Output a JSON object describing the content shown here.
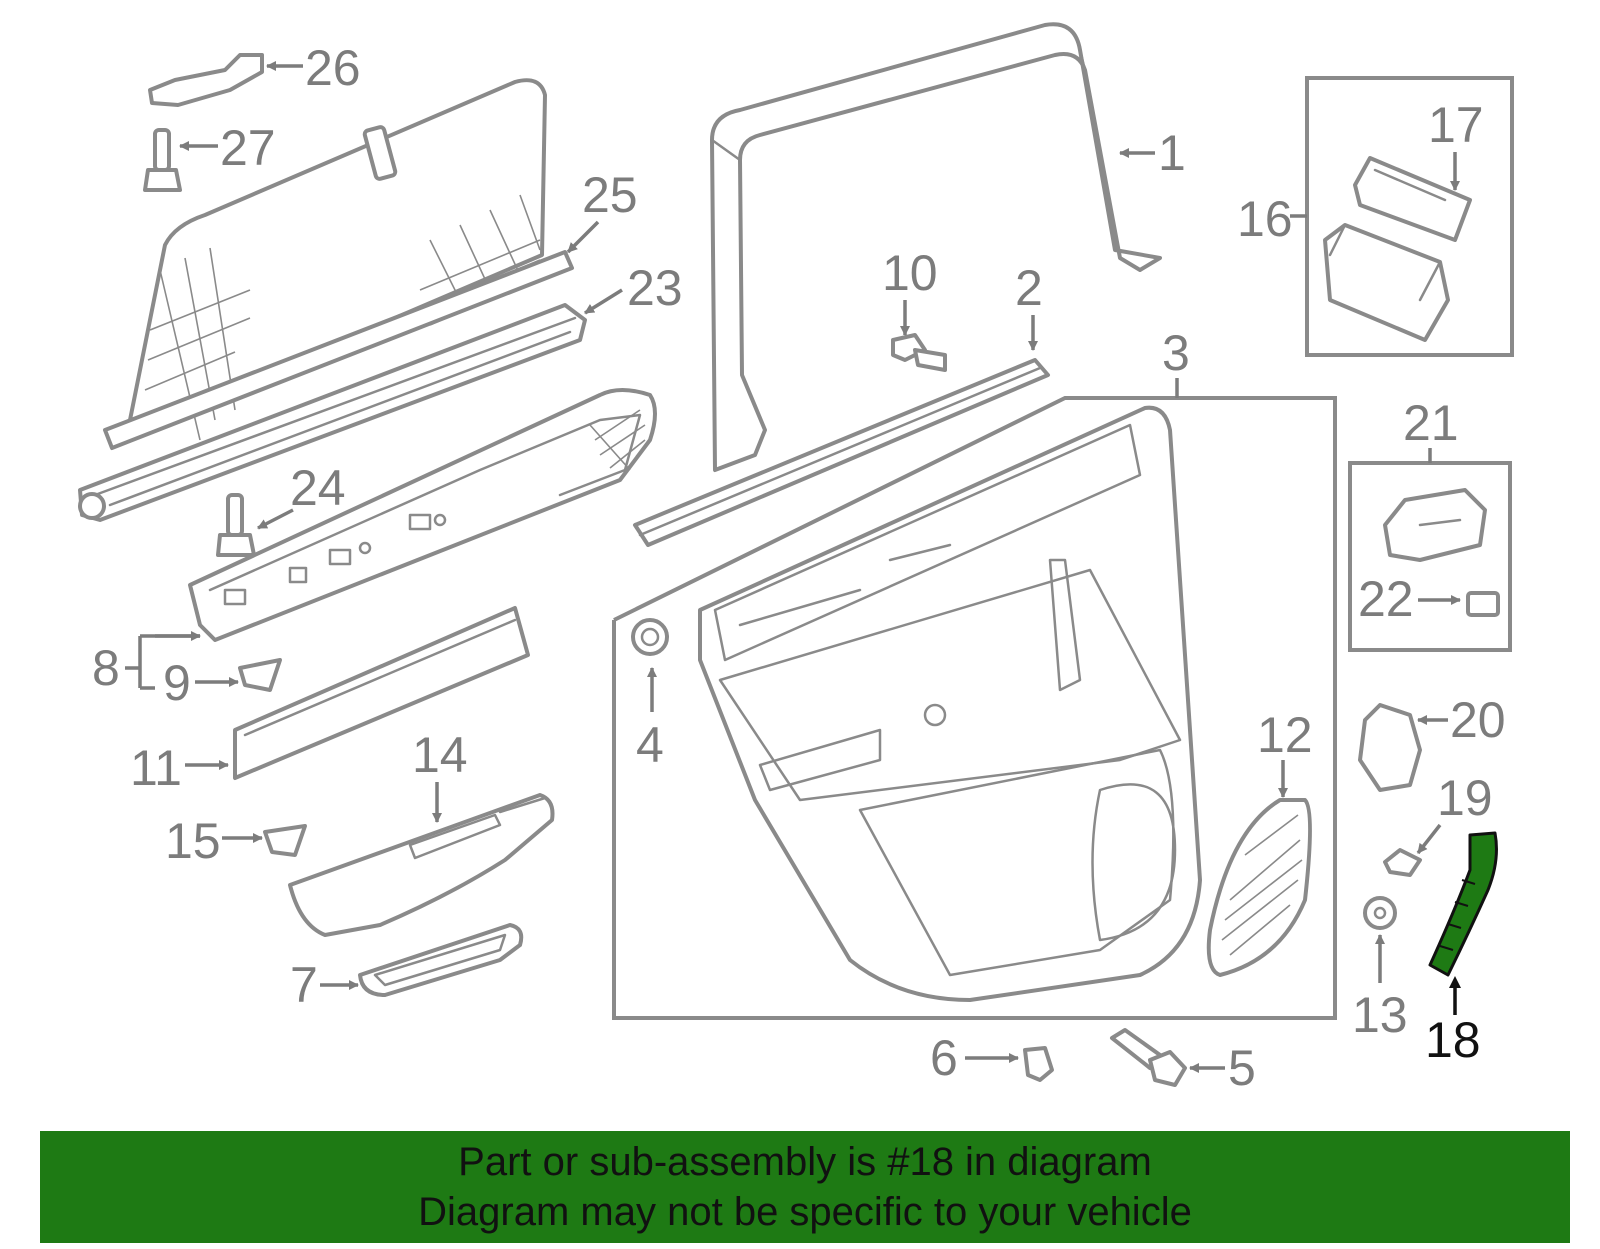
{
  "diagram": {
    "highlighted_part": "18",
    "highlight_color": "#1e7a14",
    "labels": {
      "p1": "1",
      "p2": "2",
      "p3": "3",
      "p4": "4",
      "p5": "5",
      "p6": "6",
      "p7": "7",
      "p8": "8",
      "p9": "9",
      "p10": "10",
      "p11": "11",
      "p12": "12",
      "p13": "13",
      "p14": "14",
      "p15": "15",
      "p16": "16",
      "p17": "17",
      "p18": "18",
      "p19": "19",
      "p20": "20",
      "p21": "21",
      "p22": "22",
      "p23": "23",
      "p24": "24",
      "p25": "25",
      "p26": "26",
      "p27": "27"
    }
  },
  "banner": {
    "line1": "Part or sub-assembly is #18 in diagram",
    "line2": "Diagram may not be specific to your vehicle",
    "background": "#1e7a14"
  }
}
